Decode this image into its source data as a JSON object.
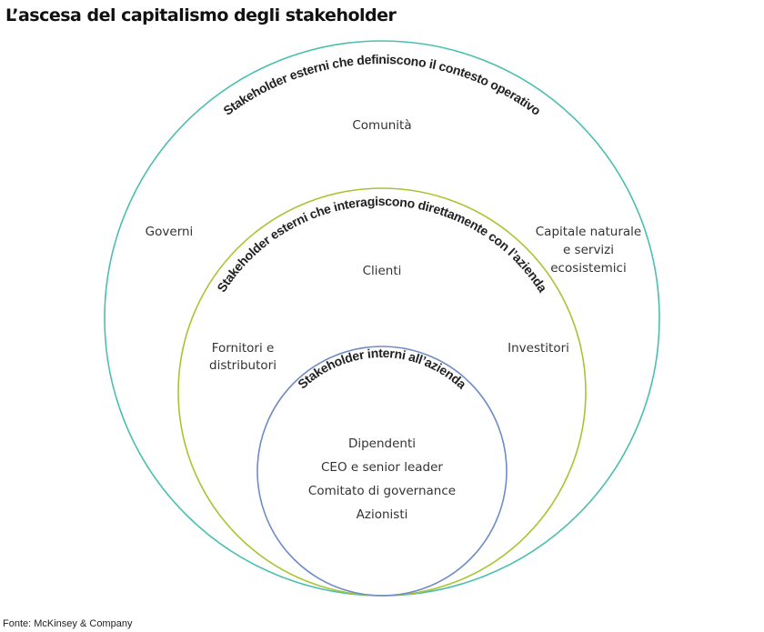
{
  "title": "L’ascesa del capitalismo degli stakeholder",
  "source": "Fonte: McKinsey & Company",
  "colors": {
    "outer": "#4bbfaf",
    "middle": "#a8c431",
    "inner": "#6f8cc4"
  },
  "rings": {
    "outer": {
      "label": "Stakeholder esterni che definiscono il contesto operativo",
      "items": [
        "Comunità",
        "Governi",
        "Capitale naturale",
        "e servizi",
        "ecosistemici"
      ]
    },
    "middle": {
      "label": "Stakeholder esterni che interagiscono direttamente con l’azienda",
      "items": [
        "Clienti",
        "Fornitori e",
        "distributori",
        "Investitori"
      ]
    },
    "inner": {
      "label": "Stakeholder interni all’azienda",
      "items": [
        "Dipendenti",
        "CEO e senior leader",
        "Comitato di governance",
        "Azionisti"
      ]
    }
  }
}
